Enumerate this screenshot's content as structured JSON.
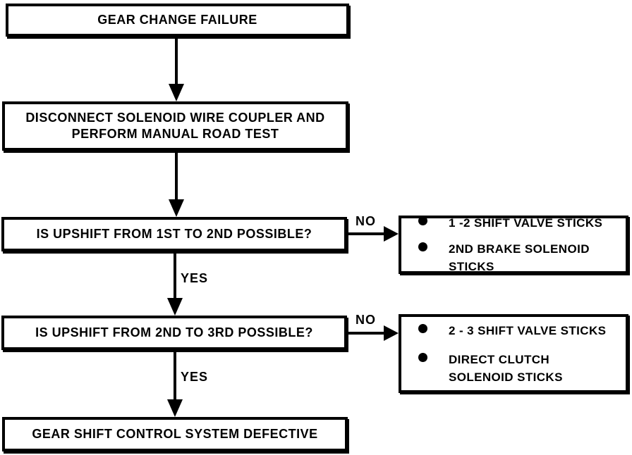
{
  "flow": {
    "nodes": {
      "start": "GEAR CHANGE FAILURE",
      "step": {
        "line1": "DISCONNECT SOLENOID WIRE COUPLER AND",
        "line2": "PERFORM MANUAL ROAD TEST"
      },
      "question1": "IS UPSHIFT FROM 1ST TO 2ND POSSIBLE?",
      "question1_no_result": {
        "items": [
          "1 -2 SHIFT VALVE STICKS",
          "2ND BRAKE SOLENOID STICKS"
        ]
      },
      "question2": "IS UPSHIFT FROM 2ND TO 3RD POSSIBLE?",
      "question2_no_result": {
        "items": [
          "2 - 3 SHIFT VALVE STICKS",
          "DIRECT CLUTCH SOLENOID STICKS"
        ]
      },
      "end": "GEAR SHIFT CONTROL SYSTEM DEFECTIVE"
    },
    "labels": {
      "yes": "YES",
      "no": "NO"
    },
    "colors": {
      "ink": "#000000",
      "paper": "#ffffff"
    }
  }
}
